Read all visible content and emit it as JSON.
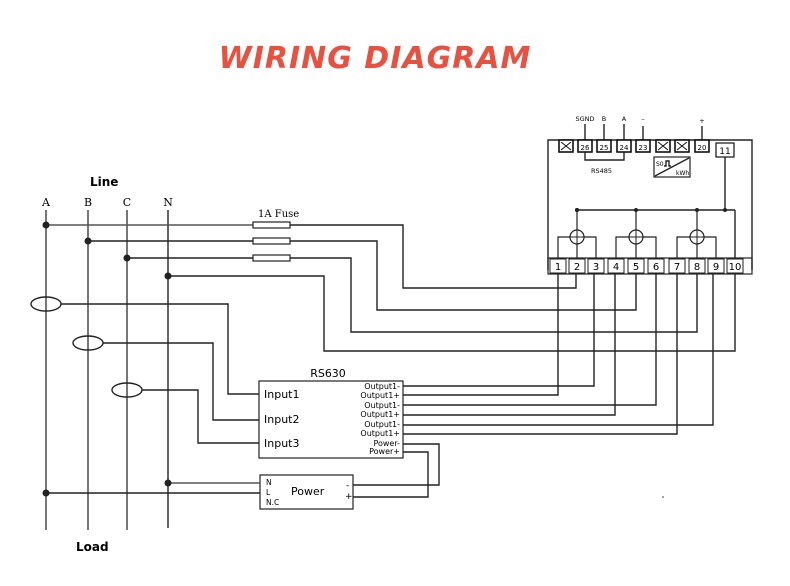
{
  "title": "WIRING DIAGRAM",
  "colors": {
    "title": "#e8503f",
    "line": "#222222"
  },
  "labels": {
    "line": "Line",
    "load": "Load",
    "fuse": "1A Fuse",
    "phases": [
      "A",
      "B",
      "C",
      "N"
    ]
  },
  "meter": {
    "top_labels": {
      "sgnd": "SGND",
      "b": "B",
      "a": "A",
      "minus": "–",
      "plus": "+"
    },
    "top_terminals": [
      "X",
      "26",
      "25",
      "24",
      "23",
      "X",
      "X",
      "20"
    ],
    "terminal_11": "11",
    "rs485": "RS485",
    "pulse_left": "S0",
    "pulse_right": "kWh",
    "bottom_terminals": [
      "1",
      "2",
      "3",
      "4",
      "5",
      "6",
      "7",
      "8",
      "9",
      "10"
    ]
  },
  "rs630": {
    "name": "RS630",
    "inputs": [
      "Input1",
      "Input2",
      "Input3"
    ],
    "outputs": [
      "Output1-",
      "Output1+",
      "Output1-",
      "Output1+",
      "Output1-",
      "Output1+",
      "Power-",
      "Power+"
    ]
  },
  "power": {
    "name": "Power",
    "left_pins": [
      "N",
      "L",
      "N.C"
    ],
    "right_pins": [
      "-",
      "+"
    ]
  }
}
